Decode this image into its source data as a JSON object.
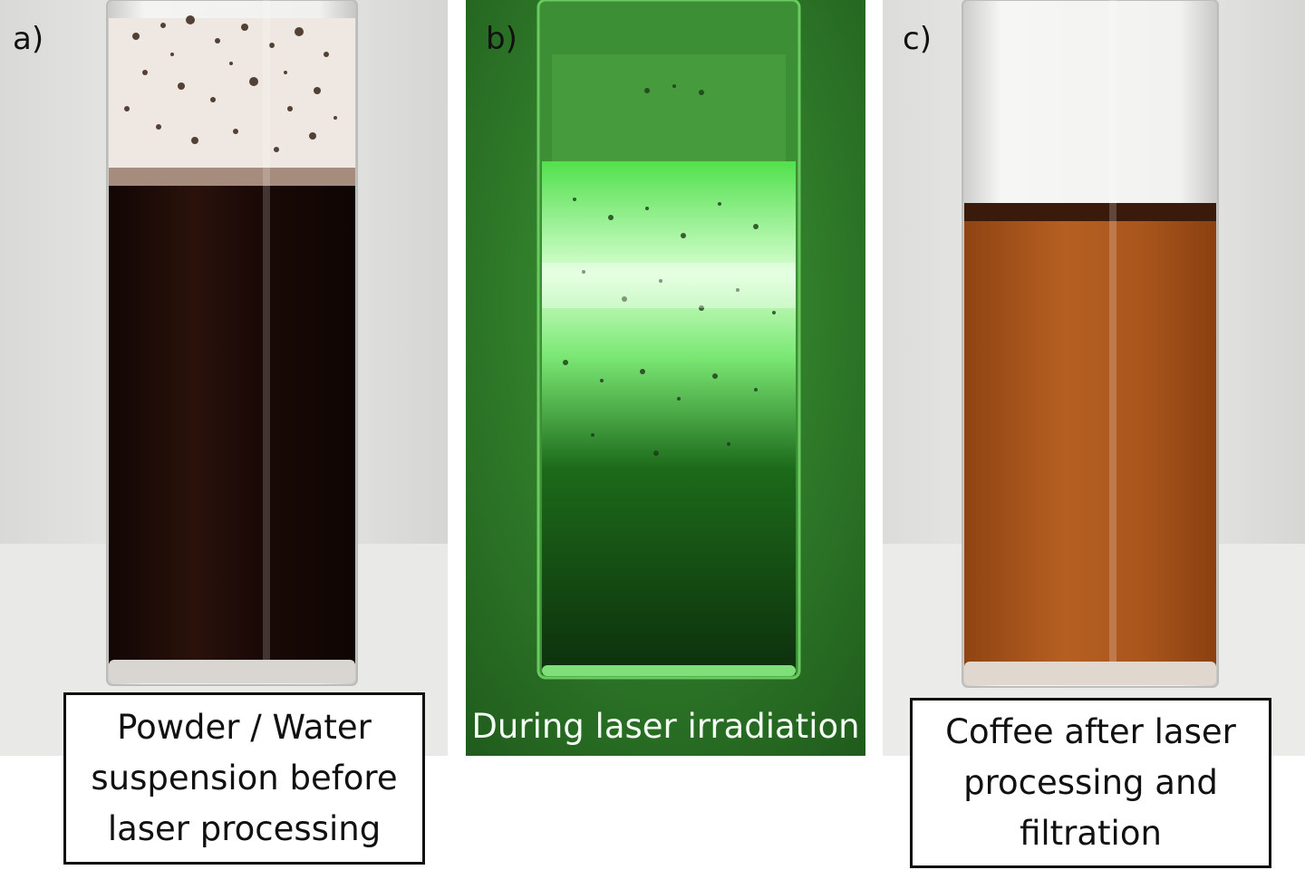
{
  "figure": {
    "panels": [
      {
        "label": "a)",
        "caption_lines": [
          "Powder / Water",
          "suspension before",
          "laser processing"
        ],
        "liquid_color": "#1c0c07",
        "background_color": "#e4e4e2"
      },
      {
        "label": "b)",
        "caption_lines": [
          "During laser irradiation"
        ],
        "liquid_color": "#3dd63a",
        "background_color": "#2f7a2a"
      },
      {
        "label": "c)",
        "caption_lines": [
          "Coffee after laser",
          "processing and",
          "filtration"
        ],
        "liquid_color": "#a8531c",
        "background_color": "#e6e6e4"
      }
    ]
  }
}
